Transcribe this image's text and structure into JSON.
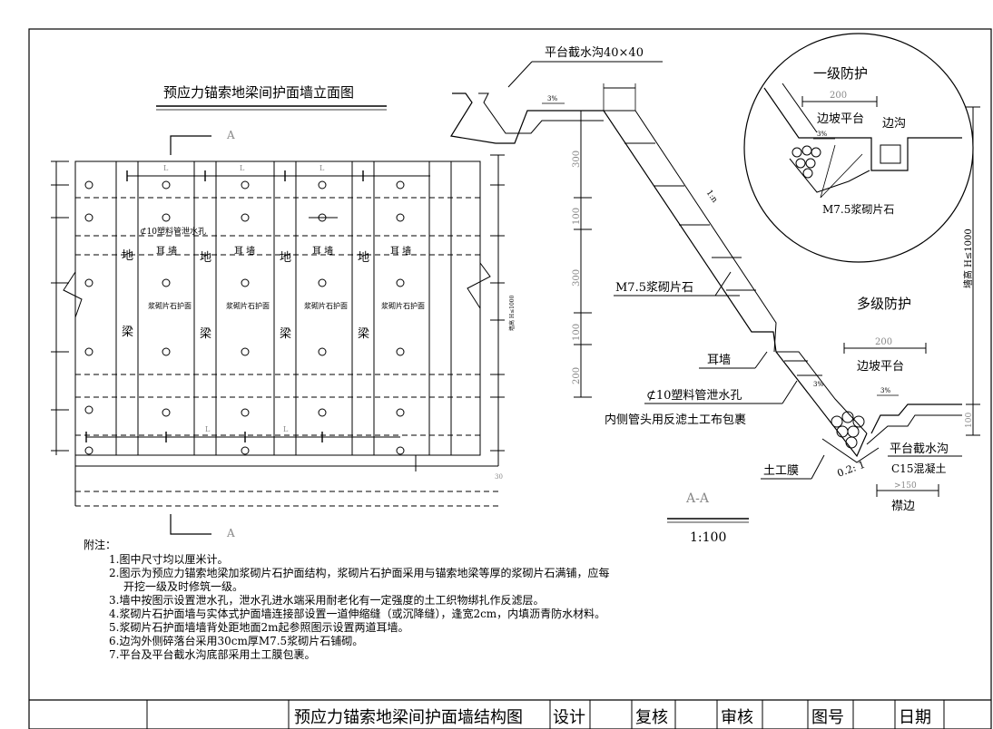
{
  "elevation": {
    "title": "预应力锚索地梁间护面墙立面图",
    "section_mark": "A",
    "dim_small": "L",
    "beam_label_top": "地",
    "beam_label_bottom": "梁",
    "ear_wall": "耳 墙",
    "masonry_face": "浆砌片石护面",
    "drain_pipe": "⊄10塑料管泄水孔",
    "wall_height_note": "墙高 H≤1000",
    "depth_tag": "30"
  },
  "section": {
    "platform_ditch_top": "平台截水沟40×40",
    "slope_pct": "3%",
    "dim_300": "300",
    "dim_100": "100",
    "dim_200": "200",
    "ratio": "1:n",
    "masonry": "M7.5浆砌片石",
    "ear_wall": "耳墙",
    "drain_pipe": "⊄10塑料管泄水孔",
    "filter_wrap": "内侧管头用反滤土工布包裹",
    "geomembrane": "土工膜",
    "slope_ratio": "0.2: 1",
    "section_label": "A-A",
    "scale": "1:100",
    "multi_level": "多级防护",
    "berm": "边坡平台",
    "berm_width": "200",
    "platform_ditch": "平台截水沟",
    "concrete": "C15混凝土",
    "skirt": "襟边",
    "skirt_width": ">150",
    "wall_height": "墙高 H≤1000",
    "dim_100_right": "100"
  },
  "detail": {
    "title": "一级防护",
    "berm_width": "200",
    "berm": "边坡平台",
    "ditch": "边沟",
    "slope_pct": "3%",
    "masonry": "M7.5浆砌片石"
  },
  "notes": {
    "head": "附注：",
    "items": [
      "1.图中尺寸均以厘米计。",
      "2.图示为预应力锚索地梁加浆砌片石护面结构，浆砌片石护面采用与锚索地梁等厚的浆砌片石满铺，应每",
      "开挖一级及时修筑一级。",
      "3.墙中按图示设置泄水孔，泄水孔进水端采用耐老化有一定强度的土工织物绑扎作反滤层。",
      "4.浆砌片石护面墙与实体式护面墙连接部设置一道伸缩缝（或沉降缝），逢宽2cm，内填沥青防水材料。",
      "5.浆砌片石护面墙墙背处距地面2m起参照图示设置两道耳墙。",
      "6.边沟外侧碎落台采用30cm厚M7.5浆砌片石铺砌。",
      "7.平台及平台截水沟底部采用土工膜包裹。"
    ]
  },
  "titleblock": {
    "title": "预应力锚索地梁间护面墙结构图",
    "design": "设计",
    "review": "复核",
    "approve": "审核",
    "drawing_no": "图号",
    "date": "日期"
  }
}
